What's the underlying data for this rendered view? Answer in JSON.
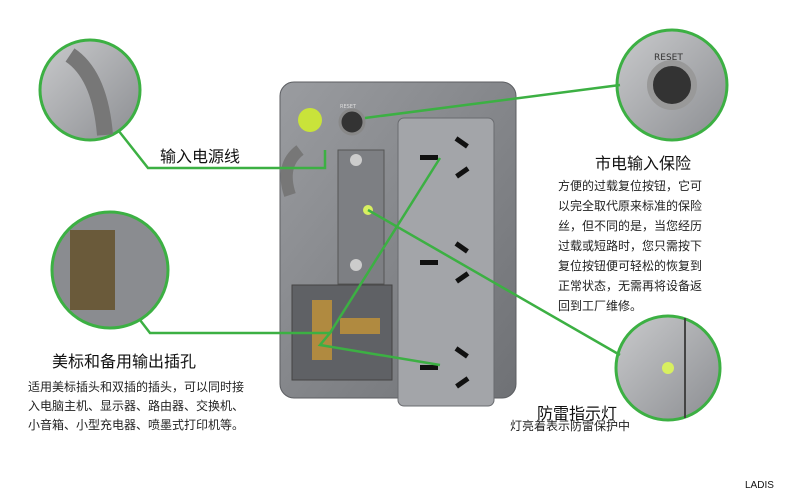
{
  "labels": {
    "power_cord": {
      "title": "输入电源线"
    },
    "mains_fuse": {
      "title": "市电输入保险",
      "lines": [
        "方便的过载复位按钮，它可",
        "以完全取代原来标准的保险",
        "丝，但不同的是，当您经历",
        "过载或短路时，您只需按下",
        "复位按钮便可轻松的恢复到",
        "正常状态，无需再将设备返",
        "回到工厂维修。"
      ]
    },
    "us_outlet": {
      "title": "美标和备用输出插孔",
      "lines": [
        "适用美标插头和双插的插头，可以同时接",
        "入电脑主机、显示器、路由器、交换机、",
        "小音箱、小型充电器、喷墨式打印机等。"
      ]
    },
    "surge_light": {
      "title": "防雷指示灯",
      "subtitle": "灯亮着表示防雷保护中"
    }
  },
  "device_lettering": "RESET",
  "watermark": "LADIS",
  "colors": {
    "accent_green": "#3cb043",
    "device_gray": "#85878b",
    "panel_gray": "#9d9fa3"
  }
}
